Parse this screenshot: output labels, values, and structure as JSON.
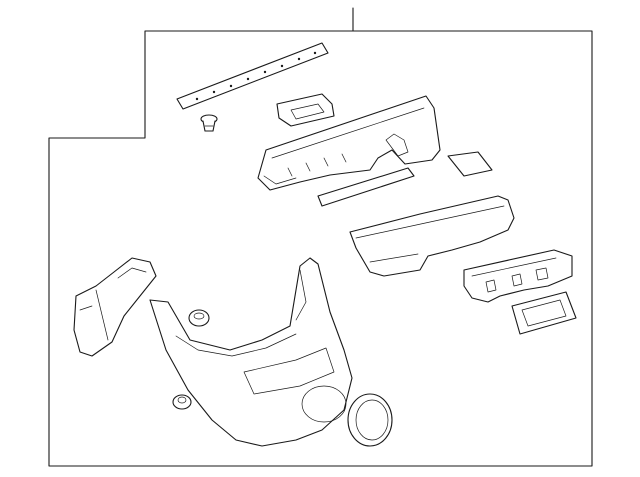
{
  "diagram": {
    "line_color": "#1a1a1a",
    "background": "#ffffff",
    "parts": [
      {
        "id": "rail-strip",
        "icon": "trim-strip-icon"
      },
      {
        "id": "push-clip",
        "icon": "push-pin-clip-icon"
      },
      {
        "id": "pull-handle-cup",
        "icon": "handle-cup-icon"
      },
      {
        "id": "upper-trim-panel",
        "icon": "upper-door-trim-icon"
      },
      {
        "id": "corner-cap",
        "icon": "corner-cap-icon"
      },
      {
        "id": "belt-molding",
        "icon": "molding-strip-icon"
      },
      {
        "id": "armrest-pad",
        "icon": "armrest-pad-icon"
      },
      {
        "id": "switch-bezel",
        "icon": "switch-bezel-icon"
      },
      {
        "id": "handle-bezel",
        "icon": "handle-bezel-icon"
      },
      {
        "id": "water-deflector-bracket",
        "icon": "bracket-icon"
      },
      {
        "id": "lower-door-panel",
        "icon": "door-trim-panel-icon"
      },
      {
        "id": "round-grommet-upper",
        "icon": "grommet-icon"
      },
      {
        "id": "round-grommet-lower",
        "icon": "grommet-icon"
      },
      {
        "id": "speaker-grille",
        "icon": "speaker-grille-icon"
      }
    ]
  }
}
